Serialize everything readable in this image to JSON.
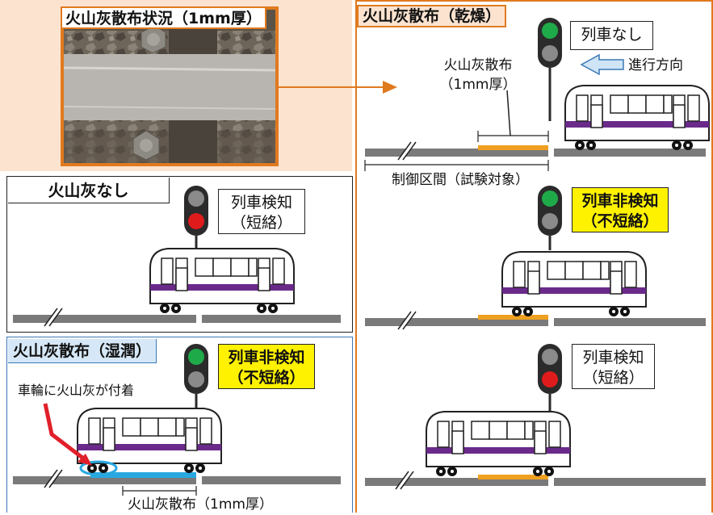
{
  "photo_panel": {
    "title": "火山灰散布状況（1mm厚）"
  },
  "dry_panel": {
    "title": "火山灰散布（乾燥）",
    "status_top": "列車なし",
    "direction": "進行方向",
    "ash_label_line1": "火山灰散布",
    "ash_label_line2": "（1mm厚）",
    "section_label": "制御区間（試験対象）",
    "status_mid_line1": "列車非検知",
    "status_mid_line2": "（不短絡）",
    "status_bottom_line1": "列車検知",
    "status_bottom_line2": "（短絡）"
  },
  "none_panel": {
    "title": "火山灰なし",
    "status_line1": "列車検知",
    "status_line2": "（短絡）"
  },
  "wet_panel": {
    "title": "火山灰散布（湿潤）",
    "status_line1": "列車非検知",
    "status_line2": "（不短絡）",
    "wheel_note": "車輪に火山灰が付着",
    "ash_label": "火山灰散布（1mm厚）"
  },
  "colors": {
    "orange": "#e07a1f",
    "ash_orange": "#f0a020",
    "ash_blue": "#29a8e0",
    "purple": "#6a2a8a",
    "signal_green": "#1faa4a",
    "signal_red": "#e01b1b",
    "highlight_yellow": "#fff200",
    "panel_peach": "#fbe3d0"
  }
}
